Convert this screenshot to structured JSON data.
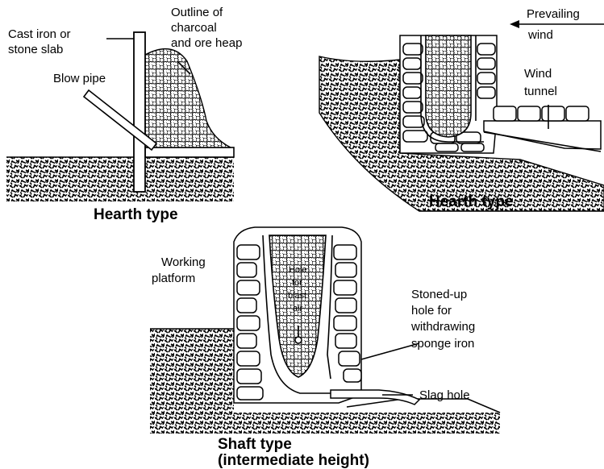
{
  "hearth1": {
    "label_slab": [
      "Cast iron or",
      "stone slab"
    ],
    "label_heap": [
      "Outline of",
      "charcoal",
      "and ore heap"
    ],
    "label_pipe": "Blow pipe",
    "caption": "Hearth type"
  },
  "hearth2": {
    "label_wind": [
      "Prevailing",
      "wind"
    ],
    "label_tunnel": [
      "Wind",
      "tunnel"
    ],
    "caption": "Hearth type"
  },
  "shaft": {
    "label_platform": [
      "Working",
      "platform"
    ],
    "label_hole": [
      "Hole",
      "for",
      "blast",
      "air"
    ],
    "label_stoned": [
      "Stoned-up",
      "hole for",
      "withdrawing",
      "sponge iron"
    ],
    "label_slag": "Slag hole",
    "caption": [
      "Shaft type",
      "(intermediate height)"
    ]
  }
}
